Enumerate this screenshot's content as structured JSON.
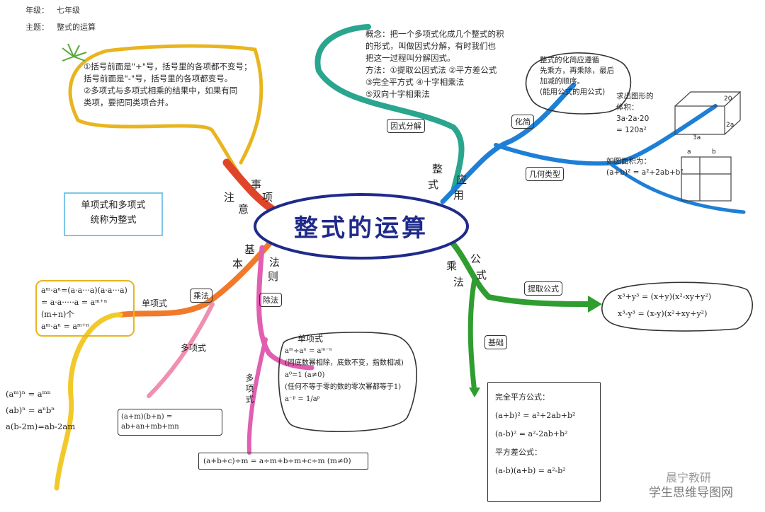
{
  "header": {
    "grade_label": "年级：",
    "grade_value": "七年级",
    "topic_label": "主题：",
    "topic_value": "整式的运算"
  },
  "center_title": "整式的运算",
  "notes": {
    "precautions": "①括号前面是\"+\"号，括号里的各项都不变号；\n括号前面是\"-\"号，括号里的各项都变号。\n②多项式与多项式相乘的结果中，如果有同\n类项，要把同类项合并。",
    "definition": "单项式和多项式\n统称为整式",
    "factoring": "概念：把一个多项式化成几个整式的积\n的形式，叫做因式分解，有时我们也\n把这一过程叫分解因式。\n方法：①提取公因式法  ②平方差公式\n③完全平方式  ④十字相乘法\n⑤双向十字相乘法",
    "simplify": "整式的化简应遵循\n先乘方，再乘除，最后\n加减的顺序。\n(能用公式的用公式)",
    "volume": "求出图形的\n体积：\n3a·2a·20\n= 120a²",
    "area": "如图面积为：\n(a+b)² = a²+2ab+b²",
    "dims": [
      "2a",
      "3a",
      "20"
    ],
    "grid_ab": [
      "a",
      "b"
    ]
  },
  "branches": {
    "precautions": [
      "注",
      "意",
      "事",
      "项"
    ],
    "basic_rules": [
      "基",
      "本",
      "法",
      "则"
    ],
    "application": [
      "整",
      "式",
      "应",
      "用"
    ],
    "multiplication_formula": [
      "乘",
      "法",
      "公",
      "式"
    ]
  },
  "tags": {
    "factoring": "因式分解",
    "simplify": "化简",
    "geometry": "几何类型",
    "multiply": "乘法",
    "divide": "除法",
    "common_factor": "提取公式",
    "basic": "基础"
  },
  "labels": {
    "monomial_mul": "单项式",
    "poly_mul": "多项式",
    "monomial_div": "单项式",
    "poly_div": "多项式"
  },
  "formulas": {
    "mul_power": "aᵐ·aⁿ=(a·a···a)(a·a···a)\n= a·a·····a = aᵐ⁺ⁿ\n  (m+n)个\naᵐ·aⁿ = aᵐ⁺ⁿ",
    "power_rules": "(aᵐ)ⁿ = aᵐⁿ\n(ab)ⁿ = aⁿbⁿ\na(b-2m)=ab-2am",
    "poly_mul": "(a+m)(b+n) = ab+an+mb+mn",
    "div_rules": "aᵐ÷aⁿ = aᵐ⁻ⁿ\n(同底数幂相除，底数不变，指数相减)\na⁰=1 (a≠0)\n(任何不等于零的数的零次幂都等于1)\na⁻ᵖ = 1/aᵖ",
    "poly_div": "(a+b+c)÷m = a÷m+b÷m+c÷m (m≠0)",
    "cubes": "x³+y³ = (x+y)(x²-xy+y²)\nx³-y³ = (x-y)(x²+xy+y²)",
    "square_formulas": "完全平方公式：\n(a+b)² = a²+2ab+b²\n(a-b)² = a²-2ab+b²\n平方差公式：\n(a-b)(a+b) = a²-b²"
  },
  "watermark": "学生思维导图网",
  "watermark2": "晨宁教研",
  "colors": {
    "center_outline": "#1f2a8a",
    "orange_branch": "#e9742a",
    "yellow_branch": "#e8c21e",
    "pink_branch": "#e07ab8",
    "blue_branch": "#1e7fd6",
    "green_branch": "#2f9d2f",
    "teal_branch": "#2aa58e"
  }
}
